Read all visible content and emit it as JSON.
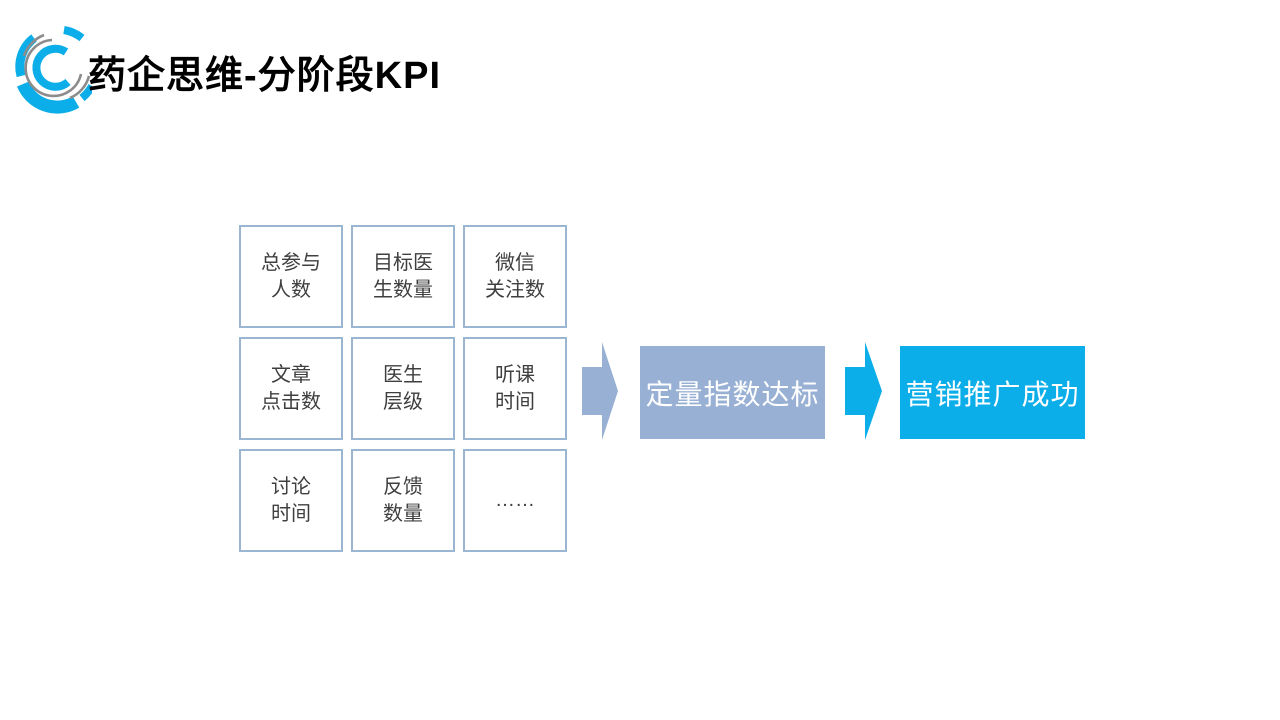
{
  "header": {
    "title": "药企思维-分阶段KPI",
    "logo_icon": "concentric-arcs-logo"
  },
  "kpi_grid": {
    "cells": [
      {
        "line1": "总参与",
        "line2": "人数"
      },
      {
        "line1": "目标医",
        "line2": "生数量"
      },
      {
        "line1": "微信",
        "line2": "关注数"
      },
      {
        "line1": "文章",
        "line2": "点击数"
      },
      {
        "line1": "医生",
        "line2": "层级"
      },
      {
        "line1": "听课",
        "line2": "时间"
      },
      {
        "line1": "讨论",
        "line2": "时间"
      },
      {
        "line1": "反馈",
        "line2": "数量"
      },
      {
        "line1": "……"
      }
    ]
  },
  "flow": {
    "stage1_label": "定量指数达标",
    "stage2_label": "营销推广成功",
    "arrow1_icon": "right-arrow",
    "arrow2_icon": "right-arrow"
  },
  "colors": {
    "accent_blue": "#0BAEE8",
    "muted_blue": "#98B0D4",
    "grid_border": "#9BB6D2",
    "logo_gray": "#8C8C8C",
    "title_text": "#000000",
    "flow_box_text": "#FFFFFF",
    "grid_text": "#3F3F3F"
  }
}
